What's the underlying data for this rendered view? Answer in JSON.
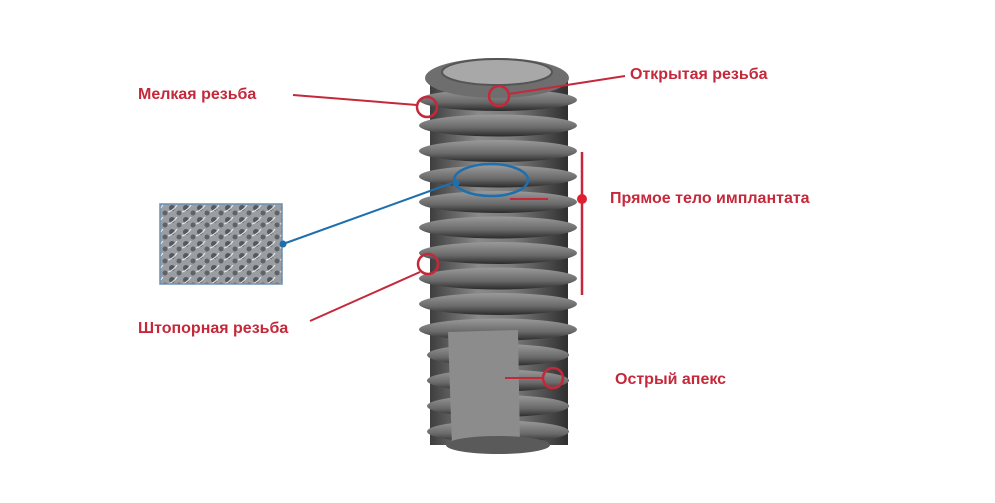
{
  "labels": {
    "fine_thread": "Мелкая резьба",
    "open_thread": "Открытая резьба",
    "straight_body": "Прямое тело имплантата",
    "corkscrew_thread": "Штопорная резьба",
    "sharp_apex": "Острый апекс"
  },
  "colors": {
    "label_red": "#c5283a",
    "callout_blue": "#1e6fae",
    "metal": "#6b6b6b"
  }
}
